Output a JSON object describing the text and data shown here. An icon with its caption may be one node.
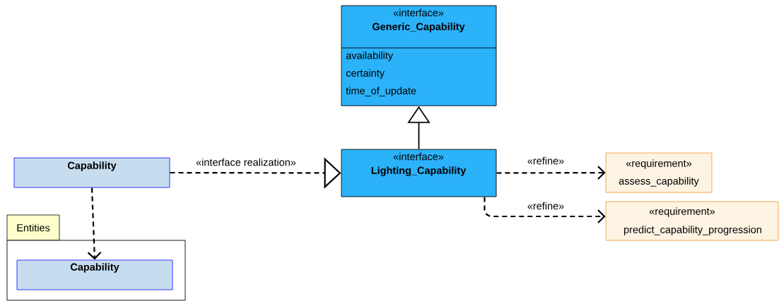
{
  "diagram": {
    "nodes": [
      {
        "text": [
          "«interface»",
          "Generic_Capability",
          "availability",
          "certainty",
          "time_of_update"
        ]
      },
      {
        "text": [
          "Capability"
        ]
      },
      {
        "text": [
          "«interface»",
          "Lighting_Capability"
        ]
      },
      {
        "text": [
          "«requirement»",
          "assess_capability"
        ]
      },
      {
        "text": [
          "«requirement»",
          "predict_capability_progression"
        ]
      },
      {
        "text": [
          "Entities"
        ]
      },
      {
        "text": [
          "Capability"
        ],
        "in": 5
      }
    ],
    "edges": [
      {
        "from": 2,
        "to": 0,
        "arrow": "to"
      },
      {
        "from": 1,
        "to": 2,
        "arrow": "to",
        "label": "«interface realization»",
        "style": "dashed"
      },
      {
        "from": 2,
        "to": 3,
        "arrow": "to",
        "label": "«refine»",
        "style": "dashed"
      },
      {
        "from": 2,
        "to": 4,
        "arrow": "to",
        "label": "«refine»",
        "style": "dashed"
      },
      {
        "from": 1,
        "to": 6,
        "arrow": "to",
        "style": "dashed"
      }
    ]
  }
}
